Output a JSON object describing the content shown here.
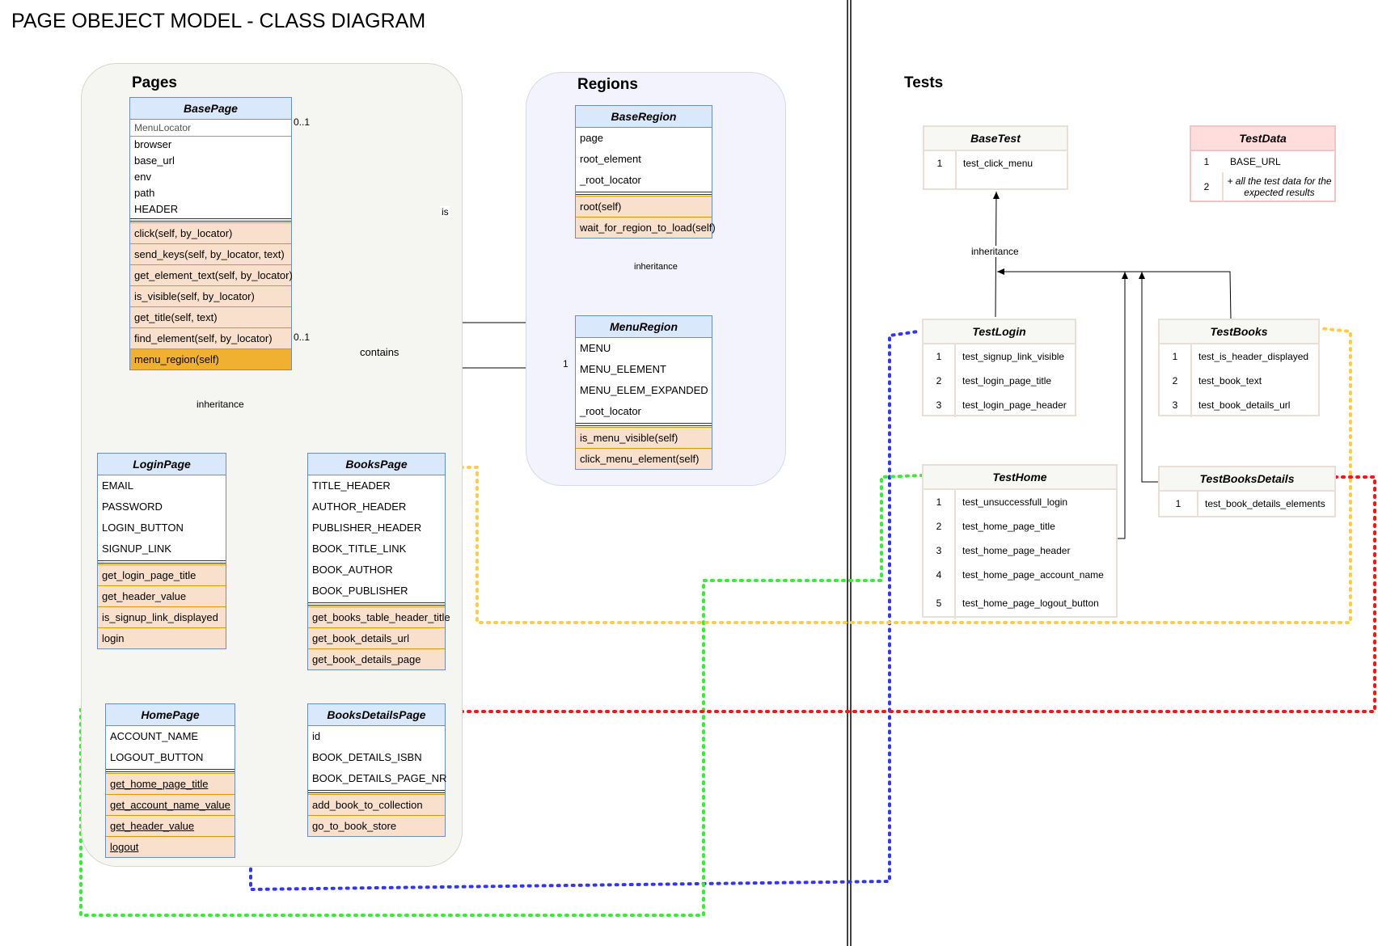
{
  "title": "PAGE OBEJECT MODEL - CLASS DIAGRAM",
  "groups": {
    "pages": "Pages",
    "regions": "Regions",
    "tests": "Tests"
  },
  "classes": {
    "base_page": {
      "name": "BasePage",
      "locator_field": "MenuLocator",
      "attributes": [
        "browser",
        "base_url",
        "env",
        "path",
        "HEADER"
      ],
      "methods": [
        "click(self, by_locator)",
        "send_keys(self, by_locator, text)",
        "get_element_text(self, by_locator)",
        "is_visible(self, by_locator)",
        "get_title(self, text)",
        "find_element(self, by_locator)",
        "menu_region(self)"
      ]
    },
    "login_page": {
      "name": "LoginPage",
      "attributes": [
        "EMAIL",
        "PASSWORD",
        "LOGIN_BUTTON",
        "SIGNUP_LINK"
      ],
      "methods": [
        "get_login_page_title",
        "get_header_value",
        "is_signup_link_displayed",
        "login"
      ]
    },
    "books_page": {
      "name": "BooksPage",
      "attributes": [
        "TITLE_HEADER",
        "AUTHOR_HEADER",
        "PUBLISHER_HEADER",
        "BOOK_TITLE_LINK",
        "BOOK_AUTHOR",
        "BOOK_PUBLISHER"
      ],
      "methods": [
        "get_books_table_header_title",
        "get_book_details_url",
        "get_book_details_page"
      ]
    },
    "home_page": {
      "name": "HomePage",
      "attributes": [
        "ACCOUNT_NAME",
        "LOGOUT_BUTTON"
      ],
      "methods": [
        "get_home_page_title",
        "get_account_name_value",
        "get_header_value",
        "logout"
      ]
    },
    "books_details_page": {
      "name": "BooksDetailsPage",
      "attributes": [
        "id",
        "BOOK_DETAILS_ISBN",
        "BOOK_DETAILS_PAGE_NR"
      ],
      "methods": [
        "add_book_to_collection",
        "go_to_book_store"
      ]
    },
    "base_region": {
      "name": "BaseRegion",
      "attributes": [
        "page",
        "root_element",
        "_root_locator"
      ],
      "methods": [
        "root(self)",
        "wait_for_region_to_load(self)"
      ]
    },
    "menu_region": {
      "name": "MenuRegion",
      "attributes": [
        "MENU",
        "MENU_ELEMENT",
        "MENU_ELEM_EXPANDED",
        "_root_locator"
      ],
      "methods": [
        "is_menu_visible(self)",
        "click_menu_element(self)"
      ]
    }
  },
  "tests": {
    "base_test": {
      "name": "BaseTest",
      "rows": [
        {
          "n": "1",
          "v": "test_click_menu"
        }
      ]
    },
    "test_data": {
      "name": "TestData",
      "rows": [
        {
          "n": "1",
          "v": "BASE_URL"
        },
        {
          "n": "2",
          "v": "+ all the test data for the expected results"
        }
      ]
    },
    "test_login": {
      "name": "TestLogin",
      "rows": [
        {
          "n": "1",
          "v": "test_signup_link_visible"
        },
        {
          "n": "2",
          "v": "test_login_page_title"
        },
        {
          "n": "3",
          "v": "test_login_page_header"
        }
      ]
    },
    "test_books": {
      "name": "TestBooks",
      "rows": [
        {
          "n": "1",
          "v": "test_is_header_displayed"
        },
        {
          "n": "2",
          "v": "test_book_text"
        },
        {
          "n": "3",
          "v": "test_book_details_url"
        }
      ]
    },
    "test_home": {
      "name": "TestHome",
      "rows": [
        {
          "n": "1",
          "v": "test_unsuccessfull_login"
        },
        {
          "n": "2",
          "v": "test_home_page_title"
        },
        {
          "n": "3",
          "v": "test_home_page_header"
        },
        {
          "n": "4",
          "v": "test_home_page_account_name"
        },
        {
          "n": "5",
          "v": "test_home_page_logout_button"
        }
      ]
    },
    "test_books_details": {
      "name": "TestBooksDetails",
      "rows": [
        {
          "n": "1",
          "v": "test_book_details_elements"
        }
      ]
    }
  },
  "edge_labels": {
    "mult_01_top": "0..1",
    "mult_01_bottom": "0..1",
    "mult_1": "1",
    "is": "is",
    "contains": "contains",
    "inheritance_pages": "inheritance",
    "inheritance_regions": "inheritance",
    "inheritance_tests": "inheritance"
  },
  "colors": {
    "blue_link": "#3333ff",
    "green_link": "#33ee33",
    "orange_link": "#ffcc44",
    "red_link": "#ff1111",
    "class_header": "#dae8fc",
    "method_fill": "#f8e0cc",
    "highlight_method": "#f0b030"
  }
}
